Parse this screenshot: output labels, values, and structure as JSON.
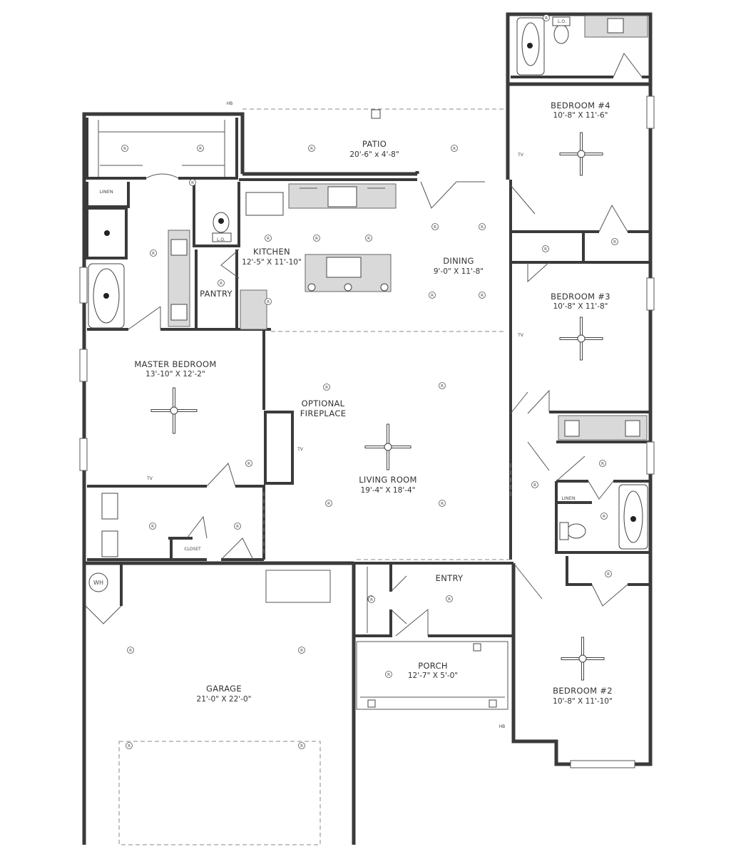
{
  "rooms": {
    "patio": {
      "name": "PATIO",
      "dim": "20'-6\" x 4'-8\""
    },
    "kitchen": {
      "name": "KITCHEN",
      "dim": "12'-5\" X 11'-10\""
    },
    "dining": {
      "name": "DINING",
      "dim": "9'-0\" X 11'-8\""
    },
    "pantry": {
      "name": "PANTRY"
    },
    "master": {
      "name": "MASTER BEDROOM",
      "dim": "13'-10\" X 12'-2\""
    },
    "fireplace": {
      "line1": "OPTIONAL",
      "line2": "FIREPLACE"
    },
    "living": {
      "name": "LIVING ROOM",
      "dim": "19'-4\" X 18'-4\""
    },
    "bed4": {
      "name": "BEDROOM #4",
      "dim": "10'-8\" X 11'-6\""
    },
    "bed3": {
      "name": "BEDROOM #3",
      "dim": "10'-8\" X 11'-8\""
    },
    "bed2": {
      "name": "BEDROOM #2",
      "dim": "10'-8\" X 11'-10\""
    },
    "entry": {
      "name": "ENTRY"
    },
    "porch": {
      "name": "PORCH",
      "dim": "12'-7\" X 5'-0\""
    },
    "garage": {
      "name": "GARAGE",
      "dim": "21'-0\" X 22'-0\""
    }
  },
  "labels": {
    "linen": "LINEN",
    "linen2": "LINEN",
    "closet": "CLOSET",
    "wh": "WH",
    "hb": "HB",
    "hb2": "HB",
    "lo": "L.O.",
    "tv": "TV",
    "r": "R"
  }
}
